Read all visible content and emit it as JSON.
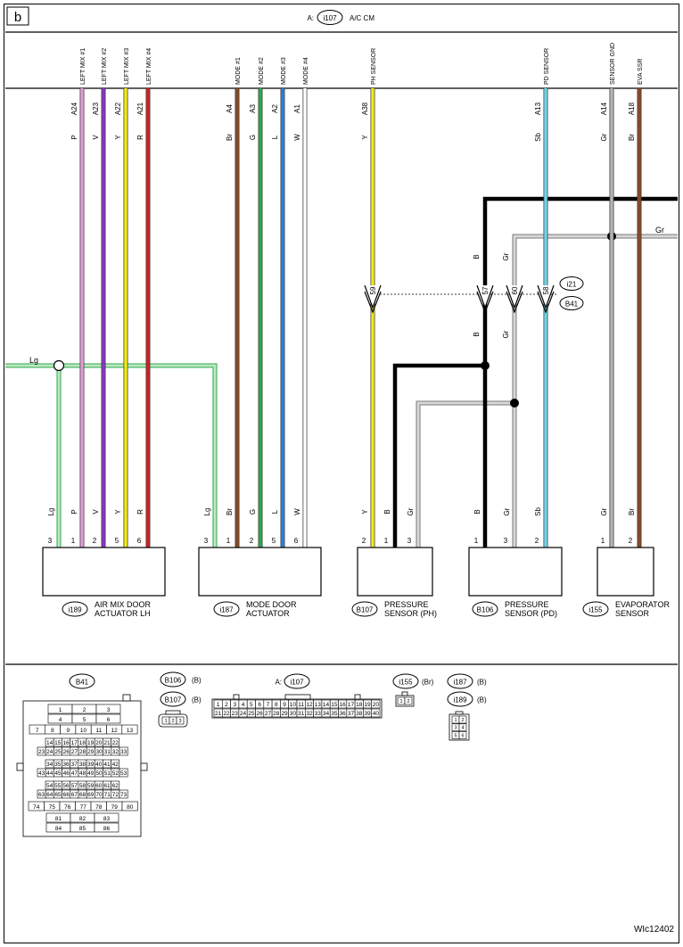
{
  "page": {
    "label": "b",
    "code": "WIc12402"
  },
  "header": {
    "prefix": "A:",
    "connector": "i107",
    "name": "A/C CM"
  },
  "wires": [
    {
      "id": "lm1",
      "top_label": "LEFT MIX #1",
      "pin": "A24",
      "color_code": "P",
      "color": "#e39ad9"
    },
    {
      "id": "lm2",
      "top_label": "LEFT MIX #2",
      "pin": "A23",
      "color_code": "V",
      "color": "#8b34c4"
    },
    {
      "id": "lm3",
      "top_label": "LEFT MIX #3",
      "pin": "A22",
      "color_code": "Y",
      "color": "#f1ea12"
    },
    {
      "id": "lm4",
      "top_label": "LEFT MIX #4",
      "pin": "A21",
      "color_code": "R",
      "color": "#d21f1f"
    },
    {
      "id": "md1",
      "top_label": "MODE #1",
      "pin": "A4",
      "color_code": "Br",
      "color": "#8a4b1f"
    },
    {
      "id": "md2",
      "top_label": "MODE #2",
      "pin": "A3",
      "color_code": "G",
      "color": "#2ea84a"
    },
    {
      "id": "md3",
      "top_label": "MODE #3",
      "pin": "A2",
      "color_code": "L",
      "color": "#2d7fd6"
    },
    {
      "id": "md4",
      "top_label": "MODE #4",
      "pin": "A1",
      "color_code": "W",
      "color": "#ffffff"
    },
    {
      "id": "ph",
      "top_label": "PH SENSOR",
      "pin": "A38",
      "color_code": "Y",
      "color": "#f1ea12"
    },
    {
      "id": "pd",
      "top_label": "PD SENSOR",
      "pin": "A13",
      "color_code": "Sb",
      "color": "#6fd6e6"
    },
    {
      "id": "gnd",
      "top_label": "SENSOR GND",
      "pin": "A14",
      "color_code": "Gr",
      "color": "#b5b5b5"
    },
    {
      "id": "eva",
      "top_label": "EVA SSR",
      "pin": "A18",
      "color_code": "Br",
      "color": "#8a4b1f"
    }
  ],
  "side_labels": {
    "lg": "Lg",
    "gr": "Gr",
    "b": "B"
  },
  "joint_connectors": [
    {
      "pin": "59"
    },
    {
      "pin": "57"
    },
    {
      "pin": "60"
    },
    {
      "pin": "58"
    }
  ],
  "joint_tags": [
    "i21",
    "B41"
  ],
  "components": [
    {
      "id": "i189",
      "connector": "i189",
      "name1": "AIR MIX DOOR",
      "name2": "ACTUATOR LH",
      "pins": [
        {
          "n": "3",
          "c": "Lg"
        },
        {
          "n": "1",
          "c": "P"
        },
        {
          "n": "2",
          "c": "V"
        },
        {
          "n": "5",
          "c": "Y"
        },
        {
          "n": "6",
          "c": "R"
        }
      ]
    },
    {
      "id": "i187",
      "connector": "i187",
      "name1": "MODE DOOR",
      "name2": "ACTUATOR",
      "pins": [
        {
          "n": "3",
          "c": "Lg"
        },
        {
          "n": "1",
          "c": "Br"
        },
        {
          "n": "2",
          "c": "G"
        },
        {
          "n": "5",
          "c": "L"
        },
        {
          "n": "6",
          "c": "W"
        }
      ]
    },
    {
      "id": "B107",
      "connector": "B107",
      "name1": "PRESSURE",
      "name2": "SENSOR (PH)",
      "pins": [
        {
          "n": "2",
          "c": "Y"
        },
        {
          "n": "1",
          "c": "B"
        },
        {
          "n": "3",
          "c": "Gr"
        }
      ]
    },
    {
      "id": "B106",
      "connector": "B106",
      "name1": "PRESSURE",
      "name2": "SENSOR (PD)",
      "pins": [
        {
          "n": "1",
          "c": "B"
        },
        {
          "n": "3",
          "c": "Gr"
        },
        {
          "n": "2",
          "c": "Sb"
        }
      ]
    },
    {
      "id": "i155",
      "connector": "i155",
      "name1": "EVAPORATOR",
      "name2": "SENSOR",
      "pins": [
        {
          "n": "1",
          "c": "Gr"
        },
        {
          "n": "2",
          "c": "Br"
        }
      ]
    }
  ],
  "connector_views": {
    "b41": {
      "tag": "B41",
      "rows_a": [
        [
          "1",
          "2",
          "3"
        ],
        [
          "4",
          "5",
          "6"
        ],
        [
          "7",
          "8",
          "9",
          "10",
          "11",
          "12",
          "13"
        ]
      ],
      "rows_b": [
        [
          "14",
          "15",
          "16",
          "17",
          "18",
          "19",
          "20",
          "21",
          "22"
        ],
        [
          "23",
          "24",
          "25",
          "26",
          "27",
          "28",
          "29",
          "30",
          "31",
          "32",
          "33"
        ],
        [
          "34",
          "35",
          "36",
          "37",
          "38",
          "39",
          "40",
          "41",
          "42"
        ],
        [
          "43",
          "44",
          "45",
          "46",
          "47",
          "48",
          "49",
          "50",
          "51",
          "52",
          "53"
        ],
        [
          "54",
          "55",
          "56",
          "57",
          "58",
          "59",
          "60",
          "61",
          "62"
        ],
        [
          "63",
          "64",
          "65",
          "66",
          "67",
          "68",
          "69",
          "70",
          "71",
          "72",
          "73"
        ]
      ],
      "rows_c": [
        [
          "74",
          "75",
          "76",
          "77",
          "78",
          "79",
          "80"
        ],
        [
          "81",
          "82",
          "83"
        ],
        [
          "84",
          "85",
          "86"
        ]
      ]
    },
    "b106": {
      "tag": "B106",
      "suffix": "(B)"
    },
    "b107": {
      "tag": "B107",
      "suffix": "(B)",
      "pins": [
        "1",
        "2",
        "3"
      ]
    },
    "i107": {
      "prefix": "A:",
      "tag": "i107",
      "row1": [
        "1",
        "2",
        "3",
        "4",
        "5",
        "6",
        "7",
        "8",
        "9",
        "10",
        "11",
        "12",
        "13",
        "14",
        "15",
        "16",
        "17",
        "18",
        "19",
        "20"
      ],
      "row2": [
        "21",
        "22",
        "23",
        "24",
        "25",
        "26",
        "27",
        "28",
        "29",
        "30",
        "31",
        "32",
        "33",
        "34",
        "35",
        "36",
        "37",
        "38",
        "39",
        "40"
      ]
    },
    "i155": {
      "tag": "i155",
      "suffix": "(Br)",
      "pins": [
        "1",
        "2"
      ]
    },
    "i187": {
      "tag": "i187",
      "suffix": "(B)"
    },
    "i189": {
      "tag": "i189",
      "suffix": "(B)",
      "pins": [
        [
          "1",
          "2"
        ],
        [
          "3",
          "4"
        ],
        [
          "5",
          "6"
        ]
      ]
    }
  }
}
